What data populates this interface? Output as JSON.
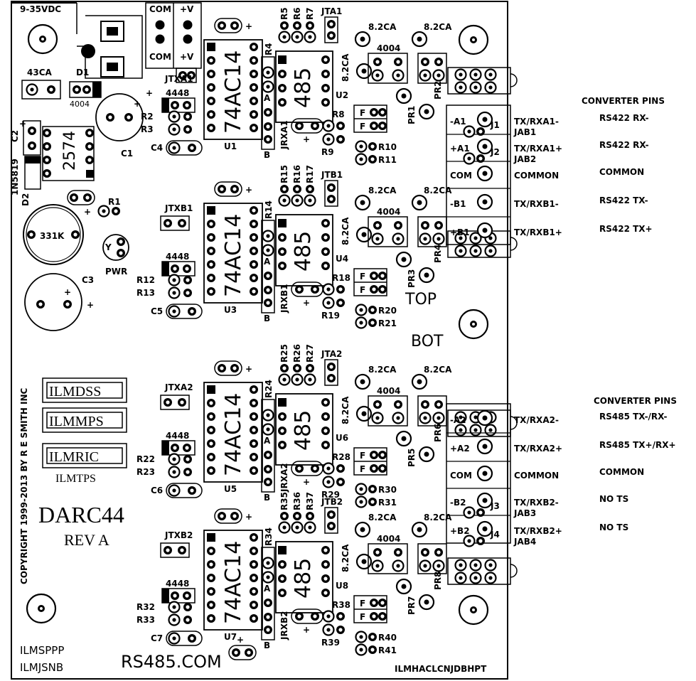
{
  "board": {
    "power_input": "9-35VDC",
    "copyright": "COPYRIGHT 1999-2013 BY R E SMITH INC",
    "part_number": "DARC44",
    "revision": "REV A",
    "website": "RS485.COM",
    "footer_code": "ILMHACLCNJDBHPT",
    "top_label": "TOP",
    "bottom_label": "BOT",
    "boxed_labels": [
      "ILMDSS",
      "ILMMPS",
      "ILMRIC"
    ],
    "plain_labels": [
      "ILMTPS",
      "ILMSPPP",
      "ILMJSNB"
    ]
  },
  "left_parts": {
    "d1": "D1",
    "d1_val": "4004",
    "c43": "43CA",
    "c1": "C1",
    "c2": "C2",
    "d2_val": "1N5819",
    "d2": "D2",
    "reg": "2574",
    "r1": "R1",
    "led_val": "331K",
    "pwr": "PWR",
    "led_y": "Y",
    "c3": "C3",
    "com1": "COM",
    "vplus1": "+V",
    "com2": "COM",
    "vplus2": "+V",
    "plus": "+"
  },
  "cells": [
    {
      "jtx": "JTXA1",
      "c": "C4",
      "ra": "R2",
      "rb": "R3",
      "u_inv": "U1",
      "u_drv": "U2",
      "jrx": "JRXA1",
      "r_top": [
        "R5",
        "R6",
        "R7",
        "R4"
      ],
      "jt": "JTA1",
      "r_mid": [
        "R8",
        "R9"
      ],
      "r_bot": [
        "R10",
        "R11"
      ],
      "pr": [
        "PR1",
        "PR2"
      ]
    },
    {
      "jtx": "JTXB1",
      "c": "C5",
      "ra": "R12",
      "rb": "R13",
      "u_inv": "U3",
      "u_drv": "U4",
      "jrx": "JRXB1",
      "r_top": [
        "R15",
        "R16",
        "R17",
        "R14"
      ],
      "jt": "JTB1",
      "r_mid": [
        "R18",
        "R19"
      ],
      "r_bot": [
        "R20",
        "R21"
      ],
      "pr": [
        "PR3",
        "PR4"
      ]
    },
    {
      "jtx": "JTXA2",
      "c": "C6",
      "ra": "R22",
      "rb": "R23",
      "u_inv": "U5",
      "u_drv": "U6",
      "jrx": "JRXA2",
      "r_top": [
        "R25",
        "R26",
        "R27",
        "R24"
      ],
      "jt": "JTA2",
      "r_mid": [
        "R28",
        "R29"
      ],
      "r_bot": [
        "R30",
        "R31"
      ],
      "pr": [
        "PR5",
        "PR6"
      ]
    },
    {
      "jtx": "JTXB2",
      "c": "C7",
      "ra": "R32",
      "rb": "R33",
      "u_inv": "U7",
      "u_drv": "U8",
      "jrx": "JRXB2",
      "r_top": [
        "R35",
        "R36",
        "R37",
        "R34"
      ],
      "jt": "JTB2",
      "r_mid": [
        "R38",
        "R39"
      ],
      "r_bot": [
        "R40",
        "R41"
      ],
      "pr": [
        "PR7",
        "PR8"
      ]
    }
  ],
  "chips": {
    "inverter": "74AC14",
    "driver": "485",
    "diode": "4448",
    "a": "A",
    "b": "B",
    "f": "F",
    "tvs": "8.2CA",
    "rect": "4004"
  },
  "terminals_top": [
    {
      "pin": "-A1",
      "signal": "TX/RXA1-",
      "sub": "JAB1",
      "jumper": "J1",
      "converter": "RS422 RX-"
    },
    {
      "pin": "+A1",
      "signal": "TX/RXA1+",
      "sub": "JAB2",
      "jumper": "J2",
      "converter": "RS422 RX-"
    },
    {
      "pin": "COM",
      "signal": "COMMON",
      "sub": "",
      "jumper": "",
      "converter": "COMMON"
    },
    {
      "pin": "-B1",
      "signal": "TX/RXB1-",
      "sub": "",
      "jumper": "",
      "converter": "RS422 TX-"
    },
    {
      "pin": "+B1",
      "signal": "TX/RXB1+",
      "sub": "",
      "jumper": "",
      "converter": "RS422 TX+"
    }
  ],
  "terminals_bottom": [
    {
      "pin": "-A2",
      "signal": "TX/RXA2-",
      "sub": "",
      "jumper": "",
      "converter": "RS485 TX-/RX-"
    },
    {
      "pin": "+A2",
      "signal": "TX/RXA2+",
      "sub": "",
      "jumper": "",
      "converter": "RS485 TX+/RX+"
    },
    {
      "pin": "COM",
      "signal": "COMMON",
      "sub": "",
      "jumper": "",
      "converter": "COMMON"
    },
    {
      "pin": "-B2",
      "signal": "TX/RXB2-",
      "sub": "JAB3",
      "jumper": "J3",
      "converter": "NO TS"
    },
    {
      "pin": "+B2",
      "signal": "TX/RXB2+",
      "sub": "JAB4",
      "jumper": "J4",
      "converter": "NO TS"
    }
  ],
  "converter_header": "CONVERTER PINS"
}
